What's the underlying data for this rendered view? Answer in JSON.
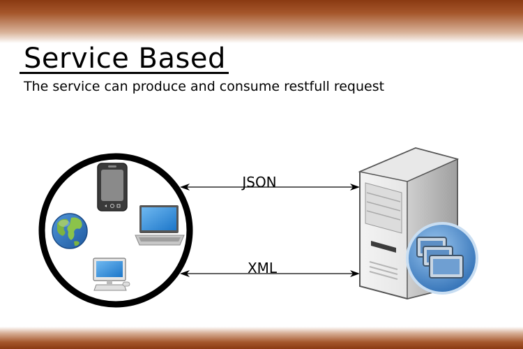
{
  "header": {
    "title": "Service Based",
    "subtitle": "The service can produce and consume restfull request"
  },
  "diagram": {
    "client_group_icons": [
      "smartphone-icon",
      "globe-icon",
      "laptop-icon",
      "desktop-computer-icon"
    ],
    "server_icons": [
      "server-tower-icon",
      "application-windows-icon"
    ],
    "connections": [
      {
        "label": "JSON",
        "direction": "bidirectional"
      },
      {
        "label": "XML",
        "direction": "bidirectional"
      }
    ]
  },
  "colors": {
    "band": "#8a3a12",
    "arrow": "#000000"
  }
}
